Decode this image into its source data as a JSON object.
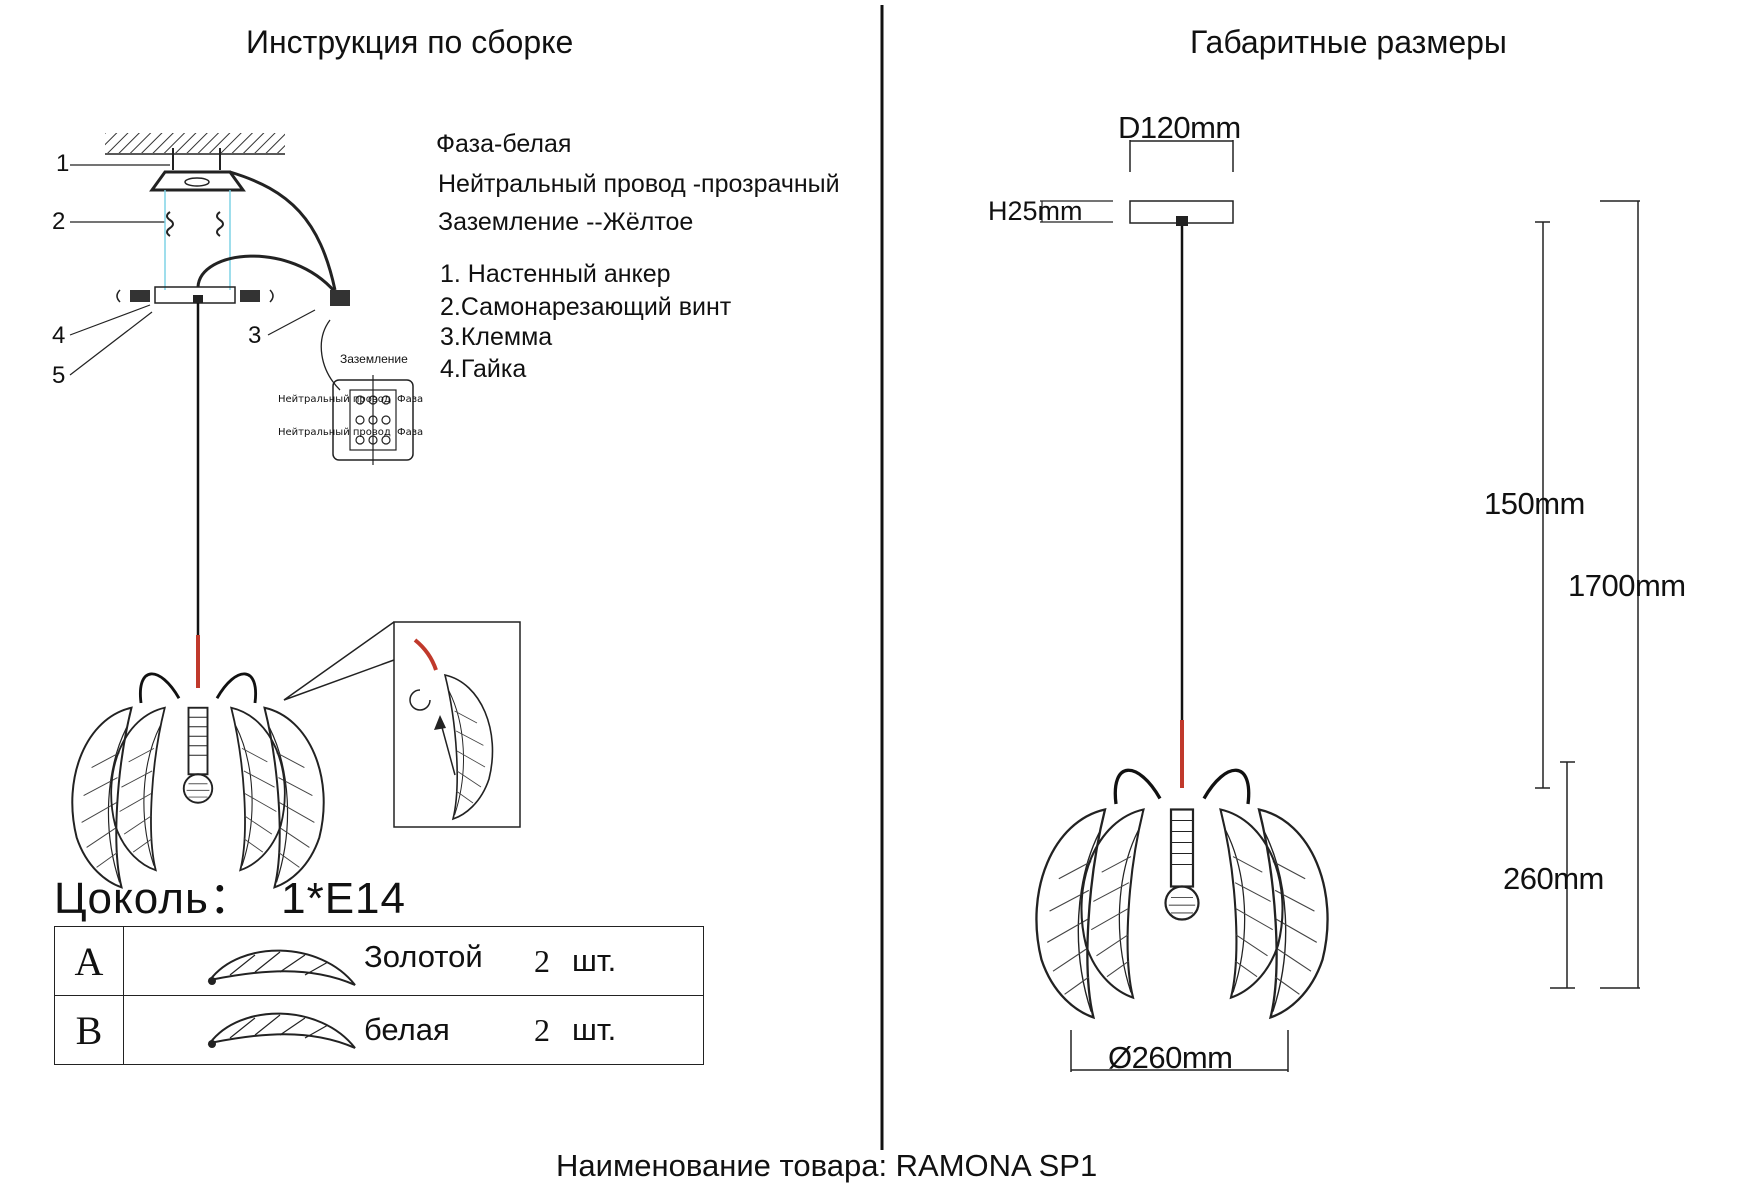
{
  "headers": {
    "left": "Инструкция по сборке",
    "right": "Габаритные размеры"
  },
  "legend": {
    "wires": [
      "Фаза-белая",
      "Нейтральный провод -прозрачный",
      "Заземление --Жёлтое"
    ],
    "parts": [
      "1. Настенный анкер",
      "2.Самонарезающий винт",
      "3.Клемма",
      "4.Гайка"
    ]
  },
  "callouts": [
    "1",
    "2",
    "3",
    "4",
    "5"
  ],
  "terminal": {
    "ground": "Заземление",
    "neutral_1": "Нейтральный провод",
    "neutral_2": "Нейтральный провод",
    "phase_1": "Фаза",
    "phase_2": "Фаза"
  },
  "base": {
    "label": "Цоколь：",
    "value": "1*E14"
  },
  "parts_table": [
    {
      "letter": "A",
      "name": "Золотой",
      "qty": "2",
      "unit": "шт."
    },
    {
      "letter": "B",
      "name": "белая",
      "qty": "2",
      "unit": "шт."
    }
  ],
  "dimensions": {
    "canopy_diameter": "D120mm",
    "canopy_height": "H25mm",
    "cord": "150mm",
    "total": "1700mm",
    "shade_height": "260mm",
    "shade_diameter": "Ø260mm"
  },
  "footer": {
    "product": "Наименование товара: RAMONA SP1"
  },
  "colors": {
    "line": "#111111",
    "red_tube": "#c0392b",
    "guide": "#7fd3e6"
  }
}
